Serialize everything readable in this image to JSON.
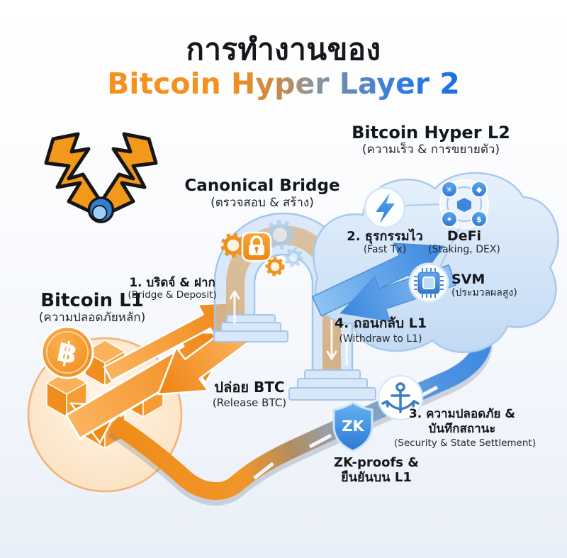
{
  "title": {
    "line1": "การทำงานของ",
    "line2": "Bitcoin Hyper Layer 2"
  },
  "colors": {
    "orange": "#f5911e",
    "blue": "#2e7ae0",
    "cloud_fill": "#cfe3f8",
    "text": "#14171c"
  },
  "l2": {
    "title": "Bitcoin Hyper L2",
    "subtitle": "(ความเร็ว & การขยายตัว)"
  },
  "bridge": {
    "title": "Canonical Bridge",
    "subtitle": "(ตรวจสอบ & สร้าง)"
  },
  "l1": {
    "title": "Bitcoin L1",
    "subtitle": "(ความปลอดภัยหลัก)"
  },
  "features": {
    "fast_tx": {
      "label": "2. ธุรกรรมไว",
      "sublabel": "(Fast Tx)"
    },
    "defi": {
      "label": "DeFi",
      "sublabel": "(Staking, DEX)"
    },
    "svm": {
      "label": "SVM",
      "sublabel": "(ประมวลผลสูง)"
    }
  },
  "steps": {
    "deposit": {
      "label": "1. บริดจ์ & ฝาก",
      "sublabel": "(Bridge & Deposit)"
    },
    "withdraw": {
      "label": "4. ถอนกลับ L1",
      "sublabel": "(Withdraw to L1)"
    },
    "release": {
      "label": "ปล่อย BTC",
      "sublabel": "(Release BTC)"
    },
    "settlement": {
      "label_line1": "3. ความปลอดภัย &",
      "label_line2": "บันทึกสถานะ",
      "sublabel": "(Security & State Settlement)"
    },
    "zk": {
      "label_line1": "ZK-proofs &",
      "label_line2": "ยืนยันบน L1"
    }
  },
  "badges": {
    "zk_shield": "ZK",
    "btc_symbol": "฿"
  }
}
